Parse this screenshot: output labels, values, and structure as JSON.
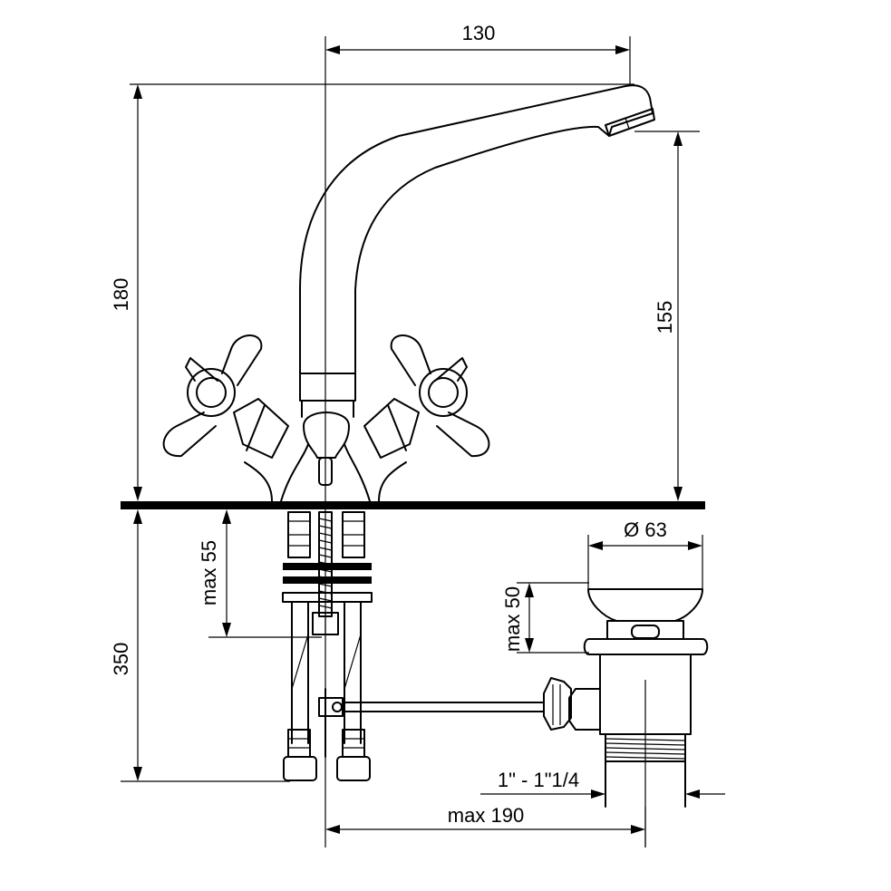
{
  "dimensions": {
    "spout_reach": "130",
    "total_height": "180",
    "spout_height": "155",
    "below_counter": "350",
    "max_thickness": "max 55",
    "drain_diameter": "Ø 63",
    "drain_max_depth": "max 50",
    "drain_thread": "1\" - 1\"1/4",
    "max_offset": "max 190"
  }
}
